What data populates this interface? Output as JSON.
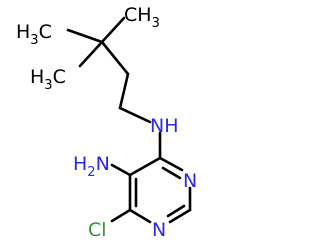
{
  "molecule": {
    "atoms": {
      "ch3_top": {
        "main": "CH",
        "sub": "3"
      },
      "h3c_left": {
        "main": "H",
        "sub": "3",
        "tail": "C"
      },
      "h3c_bottom": {
        "main": "H",
        "sub": "3",
        "tail": "C"
      },
      "amine_nh": {
        "text": "NH"
      },
      "amino_h2n": {
        "main": "H",
        "sub": "2",
        "tail": "N"
      },
      "ring_n_right": {
        "text": "N"
      },
      "ring_n_bottom": {
        "text": "N"
      },
      "chlorine": {
        "text": "Cl"
      }
    },
    "colors": {
      "carbon": "#000000",
      "nitrogen": "#2a2ae0",
      "chlorine": "#2e9a2e",
      "background": "#ffffff"
    }
  }
}
